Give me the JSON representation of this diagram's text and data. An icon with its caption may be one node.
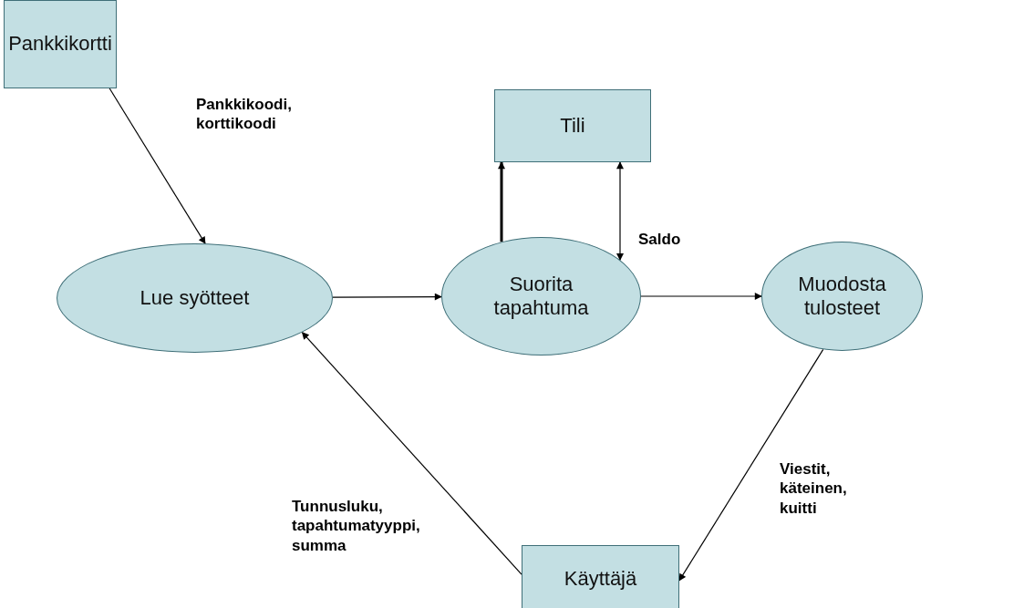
{
  "diagram": {
    "nodes": [
      {
        "text": [
          "Pankkikortti"
        ]
      },
      {
        "text": [
          "Tili"
        ]
      },
      {
        "text": [
          "Lue syötteet"
        ]
      },
      {
        "text": [
          "Suorita tapahtuma"
        ]
      },
      {
        "text": [
          "Muodosta tulosteet"
        ]
      },
      {
        "text": [
          "Käyttäjä"
        ]
      }
    ],
    "edges": [
      {
        "from": 0,
        "to": 2,
        "arrow": "to",
        "label": "Pankkikoodi, korttikoodi"
      },
      {
        "from": 2,
        "to": 3,
        "arrow": "to"
      },
      {
        "from": 3,
        "to": 1,
        "arrow": "to",
        "style": "thick"
      },
      {
        "from": 3,
        "to": 1,
        "arrow": "both",
        "label": "Saldo"
      },
      {
        "from": 3,
        "to": 4,
        "arrow": "to"
      },
      {
        "from": 4,
        "to": 5,
        "arrow": "to",
        "label": "Viestit, käteinen, kuitti"
      },
      {
        "from": 5,
        "to": 2,
        "arrow": "to",
        "label": "Tunnusluku, tapahtumatyyppi, summa"
      }
    ]
  }
}
